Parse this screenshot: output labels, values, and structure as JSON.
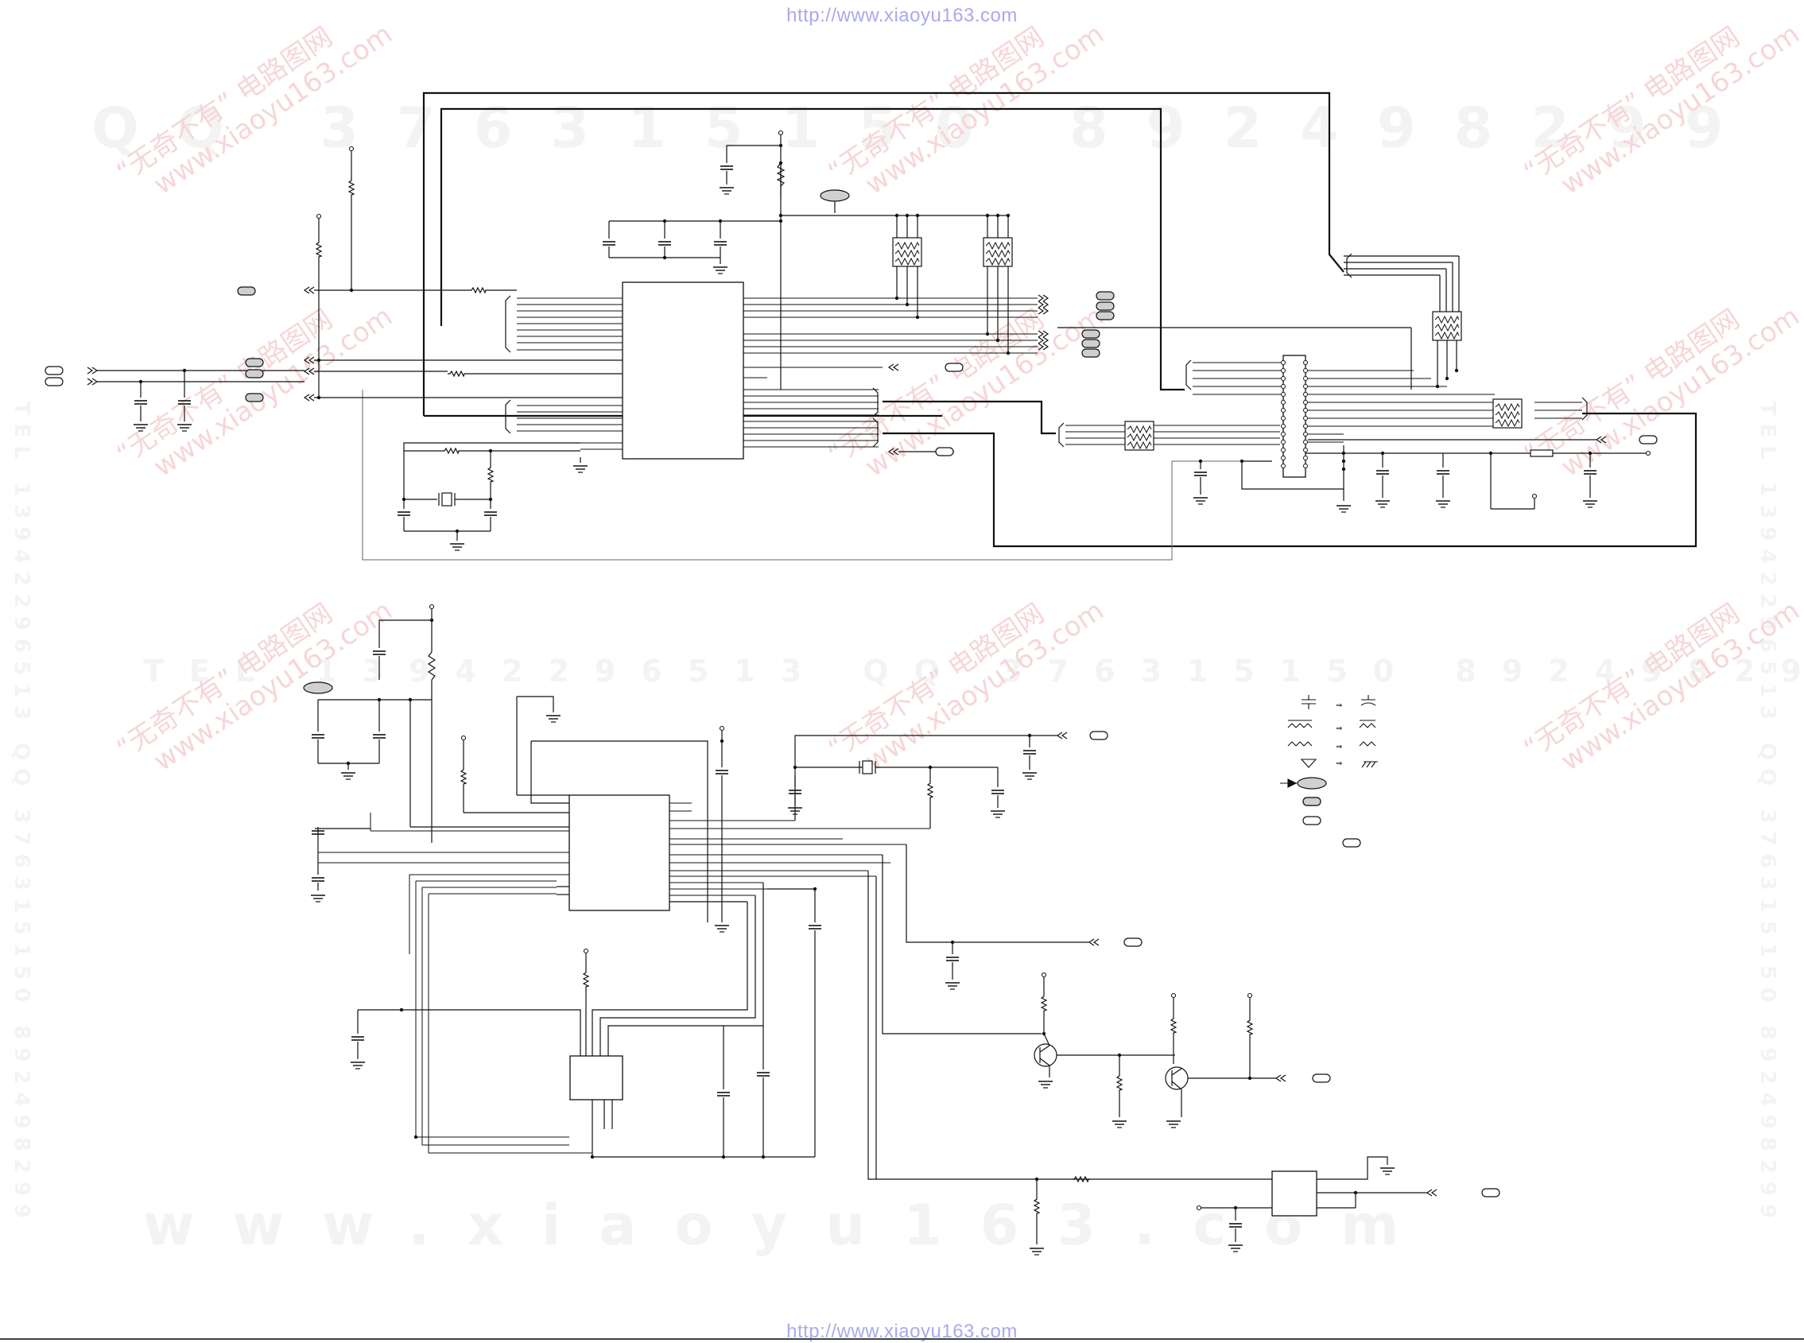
{
  "header": {
    "url_top": "http://www.xiaoyu163.com"
  },
  "footer": {
    "url_bottom": "http://www.xiaoyu163.com"
  },
  "watermarks": {
    "qq_line": "QQ 376315150  892498299",
    "tel_line": "TEL 13942296513  QQ 376315150  892498299",
    "www_line": "www.xiaoyu163.com",
    "side_left": "TEL 13942296513  QQ 376315150  892498299",
    "side_right": "TEL 13942296513  QQ 376315150  892498299",
    "stamp_cn": "“无奇不有” 电路图网",
    "stamp_url": "www.xiaoyu163.com"
  },
  "colors": {
    "wire": "#111111",
    "thin_wire": "#555555",
    "url": "#a9a9ee",
    "watermark": "#f3f3f3",
    "stamp": "#f6d6d6"
  }
}
